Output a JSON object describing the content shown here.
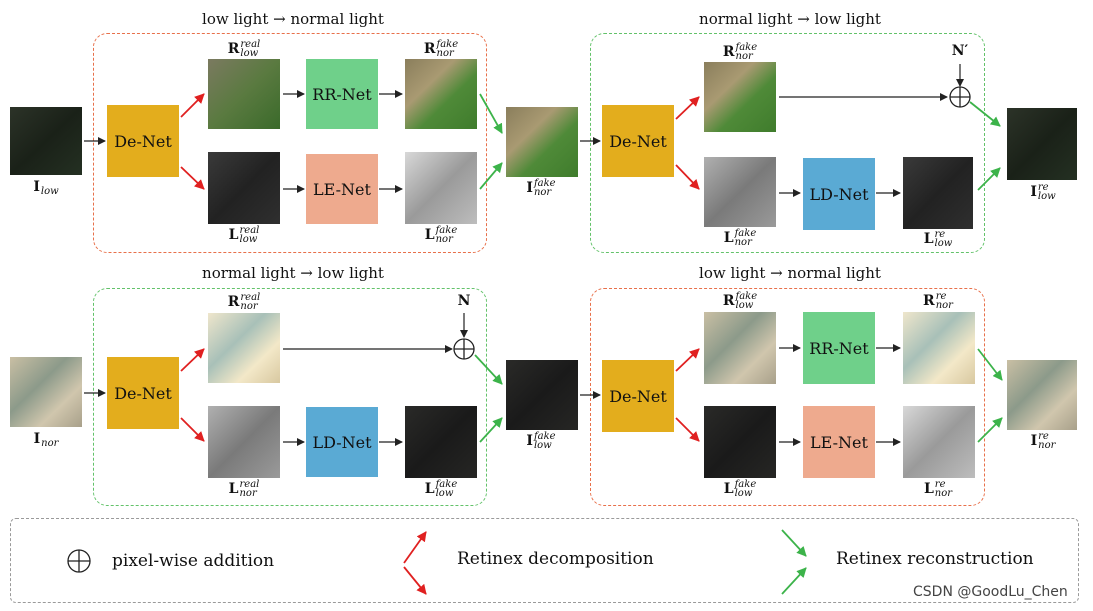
{
  "captions": {
    "top_left": "low light → normal light",
    "top_right": "normal light → low light",
    "bottom_left": "normal light → low light",
    "bottom_right": "low light → normal light"
  },
  "nets": {
    "de": "De-Net",
    "rr": "RR-Net",
    "le": "LE-Net",
    "ld": "LD-Net"
  },
  "labels": {
    "I_low": {
      "base": "I",
      "sub": "low"
    },
    "R_low_real": {
      "base": "R",
      "sup": "real",
      "sub": "low"
    },
    "L_low_real": {
      "base": "L",
      "sup": "real",
      "sub": "low"
    },
    "R_nor_fake_top": {
      "base": "R",
      "sup": "fake",
      "sub": "nor"
    },
    "L_nor_fake_top": {
      "base": "L",
      "sup": "fake",
      "sub": "nor"
    },
    "I_nor_fake": {
      "base": "I",
      "sup": "fake",
      "sub": "nor"
    },
    "R_nor_fake_tr": {
      "base": "R",
      "sup": "fake",
      "sub": "nor"
    },
    "L_nor_fake_tr": {
      "base": "L",
      "sup": "fake",
      "sub": "nor"
    },
    "N_prime": {
      "base": "N′"
    },
    "L_low_re": {
      "base": "L",
      "sup": "re",
      "sub": "low"
    },
    "I_low_re": {
      "base": "I",
      "sup": "re",
      "sub": "low"
    },
    "I_nor": {
      "base": "I",
      "sub": "nor"
    },
    "R_nor_real": {
      "base": "R",
      "sup": "real",
      "sub": "nor"
    },
    "L_nor_real": {
      "base": "L",
      "sup": "real",
      "sub": "nor"
    },
    "N": {
      "base": "N"
    },
    "L_low_fake_bl": {
      "base": "L",
      "sup": "fake",
      "sub": "low"
    },
    "I_low_fake": {
      "base": "I",
      "sup": "fake",
      "sub": "low"
    },
    "R_low_fake": {
      "base": "R",
      "sup": "fake",
      "sub": "low"
    },
    "L_low_fake_br": {
      "base": "L",
      "sup": "fake",
      "sub": "low"
    },
    "R_nor_re": {
      "base": "R",
      "sup": "re",
      "sub": "nor"
    },
    "L_nor_re": {
      "base": "L",
      "sup": "re",
      "sub": "nor"
    },
    "I_nor_re": {
      "base": "I",
      "sup": "re",
      "sub": "nor"
    }
  },
  "legend": {
    "addition": "pixel-wise addition",
    "decomposition": "Retinex decomposition",
    "reconstruction": "Retinex reconstruction"
  },
  "watermark": "CSDN @GoodLu_Chen",
  "colors": {
    "orange_dash": "#e8704a",
    "green_dash": "#63c26a",
    "red_arrow": "#e02020",
    "green_arrow": "#3cb34a",
    "de_net": "#e3ad1d",
    "rr_net": "#6fd08a",
    "le_net": "#eeaa8e",
    "ld_net": "#5aaad4"
  }
}
